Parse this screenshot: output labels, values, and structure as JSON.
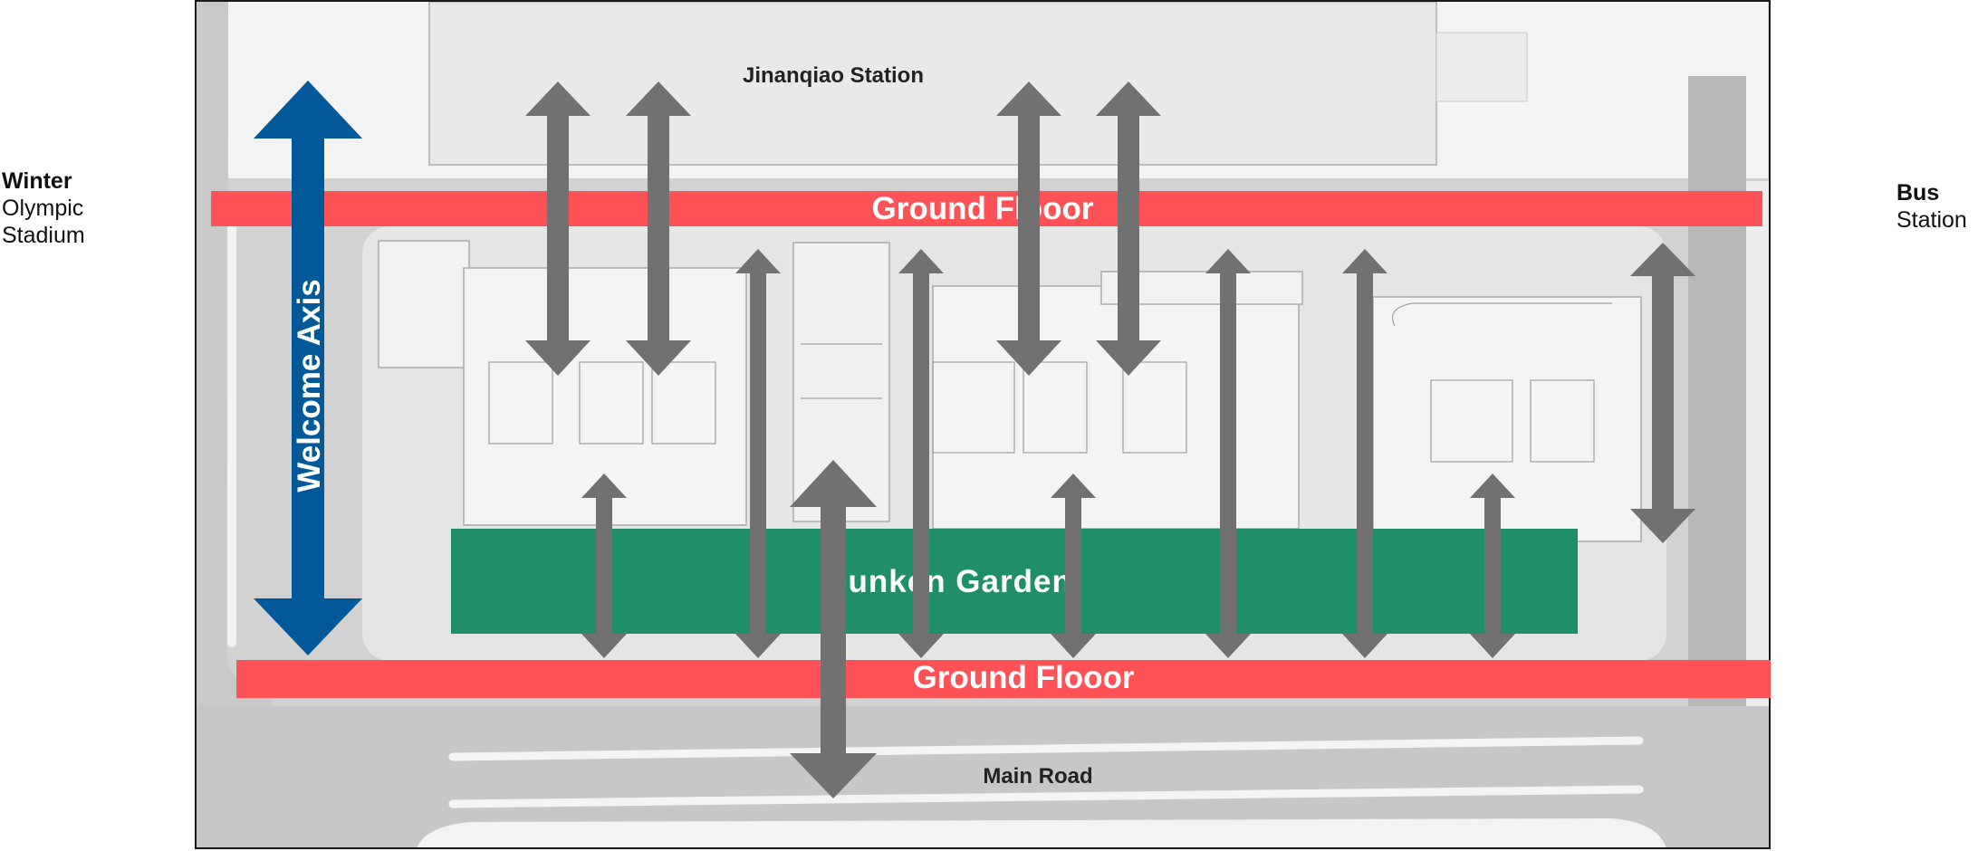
{
  "labels": {
    "winter_stadium": [
      "Winter",
      "Olympic",
      "Stadium"
    ],
    "bus_station": [
      "Bus",
      "Station"
    ],
    "jinanqiao_station": "Jinanqiao Station",
    "main_road": "Main Road",
    "ground_floor_top": "Ground Flooor",
    "ground_floor_bottom": "Ground Flooor",
    "sunken_garden": "Sunken Garden",
    "welcome_axis": "Welcome Axis"
  },
  "colors": {
    "ground_floor_band": "#ff5257",
    "sunken_garden": "#218e6a",
    "welcome_axis_arrow": "#02599a",
    "flow_arrow": "#717171",
    "map_background": "#d2d2d2",
    "building_fill": "#f1f1f1",
    "plaza_fill": "#e8e8e8"
  },
  "icons": {
    "vertical_flow": "double-arrow-vertical-icon",
    "upward_flow": "single-arrow-up-icon"
  }
}
